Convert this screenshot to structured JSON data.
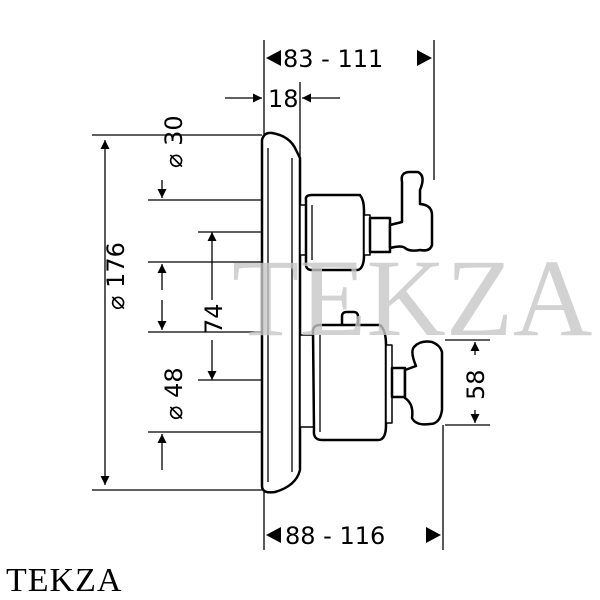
{
  "drawing": {
    "dim_depth_top": "83 - 111",
    "dim_plate": "18",
    "dim_diam_30": "⌀ 30",
    "dim_diam_176": "⌀ 176",
    "dim_74": "74",
    "dim_diam_48": "⌀ 48",
    "dim_58": "58",
    "dim_depth_bottom": "88 - 116"
  },
  "watermark": "TEKZA",
  "logo": "TEKZA",
  "colors": {
    "line": "#000000",
    "watermark": "#c8c8c8"
  }
}
